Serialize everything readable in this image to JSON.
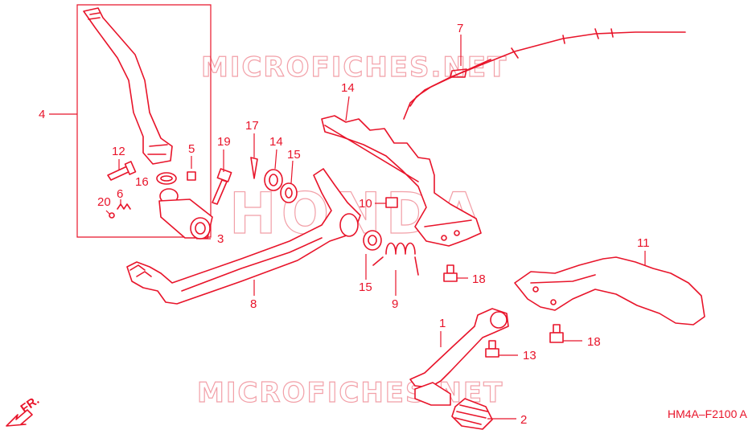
{
  "diagram": {
    "code": "HM4A–F2100 A",
    "front_label": "FR.",
    "watermark": "MICROFICHES.NET",
    "brand_watermark": "HONDA",
    "accent_color": "#e8142a",
    "callouts": [
      "1",
      "2",
      "3",
      "4",
      "5",
      "6",
      "7",
      "8",
      "9",
      "10",
      "11",
      "12",
      "13",
      "14",
      "14",
      "15",
      "15",
      "16",
      "17",
      "18",
      "18",
      "18",
      "19",
      "20"
    ]
  }
}
